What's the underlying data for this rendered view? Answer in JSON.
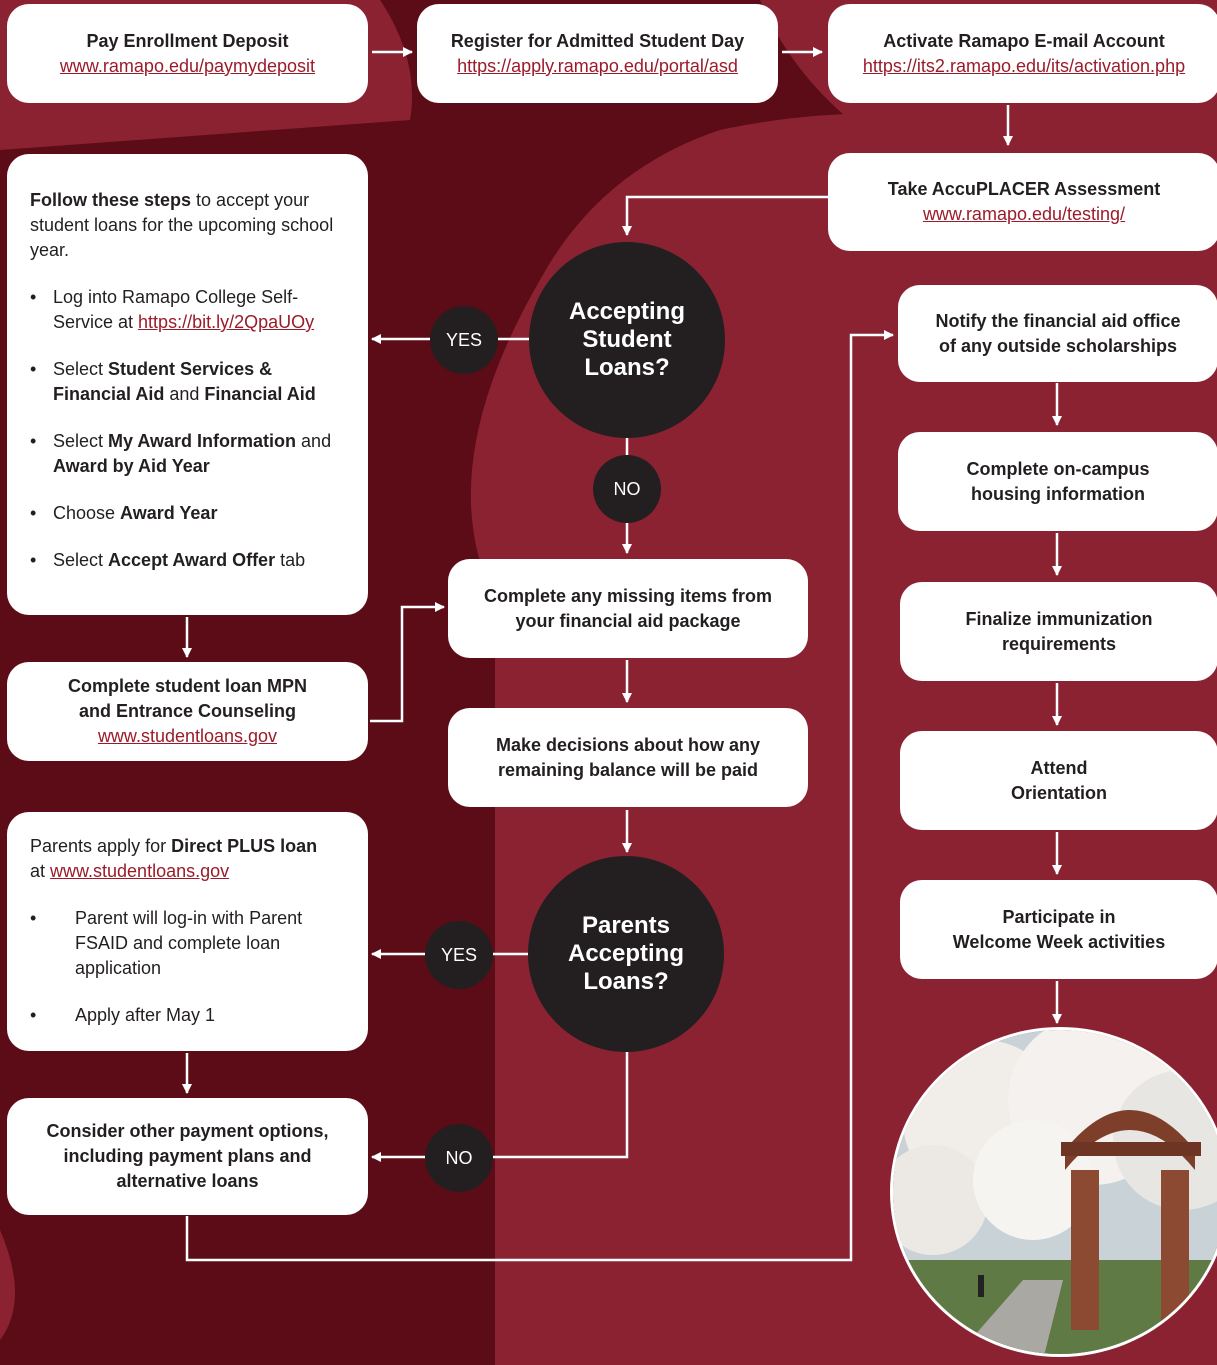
{
  "top": {
    "deposit": {
      "title": "Pay Enrollment Deposit",
      "url": "www.ramapo.edu/paymydeposit"
    },
    "admitted_day": {
      "title": "Register for Admitted Student Day",
      "url": "https://apply.ramapo.edu/portal/asd"
    },
    "email": {
      "title": "Activate Ramapo E-mail Account",
      "url": "https://its2.ramapo.edu/its/activation.php"
    }
  },
  "accuplacer": {
    "title": "Take AccuPLACER Assessment",
    "url": "www.ramapo.edu/testing/"
  },
  "loan_steps": {
    "intro_bold": "Follow these steps",
    "intro_rest": " to accept your student loans for the upcoming school year.",
    "b1_text": "Log into Ramapo College Self-Service at ",
    "b1_link": "https://bit.ly/2QpaUOy",
    "b2_pre": "Select ",
    "b2_bold1": "Student Services & Financial Aid",
    "b2_mid": " and ",
    "b2_bold2": "Financial Aid",
    "b3_pre": "Select ",
    "b3_bold1": "My Award Information",
    "b3_mid": " and ",
    "b3_bold2": "Award by Aid Year",
    "b4_pre": "Choose ",
    "b4_bold": "Award Year",
    "b5_pre": "Select ",
    "b5_bold": "Accept Award Offer",
    "b5_post": " tab"
  },
  "mpn": {
    "line1": "Complete student loan MPN",
    "line2": "and Entrance Counseling",
    "url": "www.studentloans.gov"
  },
  "plus": {
    "pre": "Parents apply for ",
    "bold": "Direct PLUS loan",
    "at": "at ",
    "url": "www.studentloans.gov",
    "b1": "Parent will log-in with Parent FSAID and complete loan application",
    "b2": "Apply after May 1"
  },
  "other_options": {
    "line1": "Consider other payment options,",
    "line2": "including payment plans and",
    "line3": "alternative loans"
  },
  "decisions": {
    "student_loans": {
      "line1": "Accepting",
      "line2": "Student",
      "line3": "Loans?"
    },
    "parent_loans": {
      "line1": "Parents",
      "line2": "Accepting",
      "line3": "Loans?"
    }
  },
  "labels": {
    "yes1": "YES",
    "no1": "NO",
    "yes2": "YES",
    "no2": "NO"
  },
  "missing_items": {
    "line1": "Complete any missing items from",
    "line2": "your financial aid package"
  },
  "balance": {
    "line1": "Make decisions about how any",
    "line2": "remaining balance will be paid"
  },
  "right_steps": {
    "scholarships": {
      "line1": "Notify the financial aid office",
      "line2": "of any outside scholarships"
    },
    "housing": {
      "line1": "Complete on-campus",
      "line2": "housing information"
    },
    "immunization": {
      "line1": "Finalize immunization",
      "line2": "requirements"
    },
    "orientation": {
      "line1": "Attend",
      "line2": "Orientation"
    },
    "welcome": {
      "line1": "Participate in",
      "line2": "Welcome Week activities"
    }
  },
  "colors": {
    "dark_maroon": "#5c0c17",
    "maroon": "#8b2232",
    "circle": "#231f20",
    "link": "#9b1b2a"
  }
}
